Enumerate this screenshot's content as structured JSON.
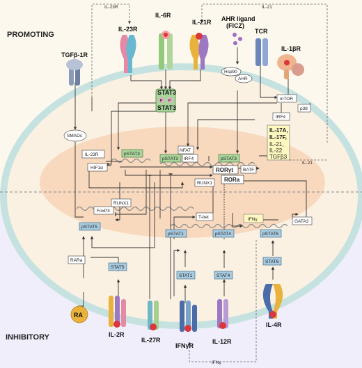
{
  "sections": {
    "promoting": "PROMOTING",
    "inhibitory": "INHIBITORY"
  },
  "receptors": {
    "tgfb1r": "TGFβ-1R",
    "il23r": "IL-23R",
    "il6r": "IL-6R",
    "il21r": "IL-21R",
    "ahr_ligand_1": "AHR ligand",
    "ahr_ligand_2": "(FICZ)",
    "tcr": "TCR",
    "il1br": "IL-1βR",
    "il2r": "IL-2R",
    "il27r": "IL-27R",
    "ifngr": "IFNγR",
    "il12r": "IL-12R",
    "il4r": "IL-4R",
    "ra": "RA"
  },
  "loop_labels": {
    "il23r_top": "IL-23R",
    "il21_top": "IL-21",
    "il21_side": "IL-21",
    "ifng_bottom": "IFNγ"
  },
  "nodes": {
    "hsp90": "Hsp90",
    "ahr": "AHR",
    "stat3": "STAT3",
    "p": "P",
    "mtor": "mTOR",
    "p38": "p38",
    "irf4_top": "IRF4",
    "smads": "SMADs",
    "il23r_box": "IL-23R",
    "hif1a": "HIF1α",
    "pstat3": "pSTAT3",
    "nfat": "NFAT",
    "irf4": "IRF4",
    "batf": "BATF",
    "rorgt": "RORγt",
    "rora": "RORa",
    "runx1": "RUNX1",
    "foxp3": "FoxP3",
    "tbet": "T-bet",
    "ifng_box": "IFNγ",
    "gata3": "GATA3",
    "pstat5": "pSTAT5",
    "pstat1": "pSTAT1",
    "pstat4": "pSTAT4",
    "pstat6": "pSTAT6",
    "rara": "RARa",
    "stat5": "STAT5",
    "stat1": "STAT1",
    "stat4": "STAT4",
    "stat6": "STAT6"
  },
  "cytokines": [
    "IL-17A,",
    "IL-17F,",
    "IL-21,",
    "IL-22",
    "TGFβ3"
  ],
  "colors": {
    "promoting_bg": "#fdf8ee",
    "inhibitory_bg": "#f0eefb",
    "cell": "#fbf1e2",
    "membrane": "#c6e2e0",
    "nucleus": "#f8d9be",
    "stat_green": "#a9d59b",
    "stat_blue": "#a8cbe0",
    "cytokine_yellow": "#fdf8bf"
  }
}
